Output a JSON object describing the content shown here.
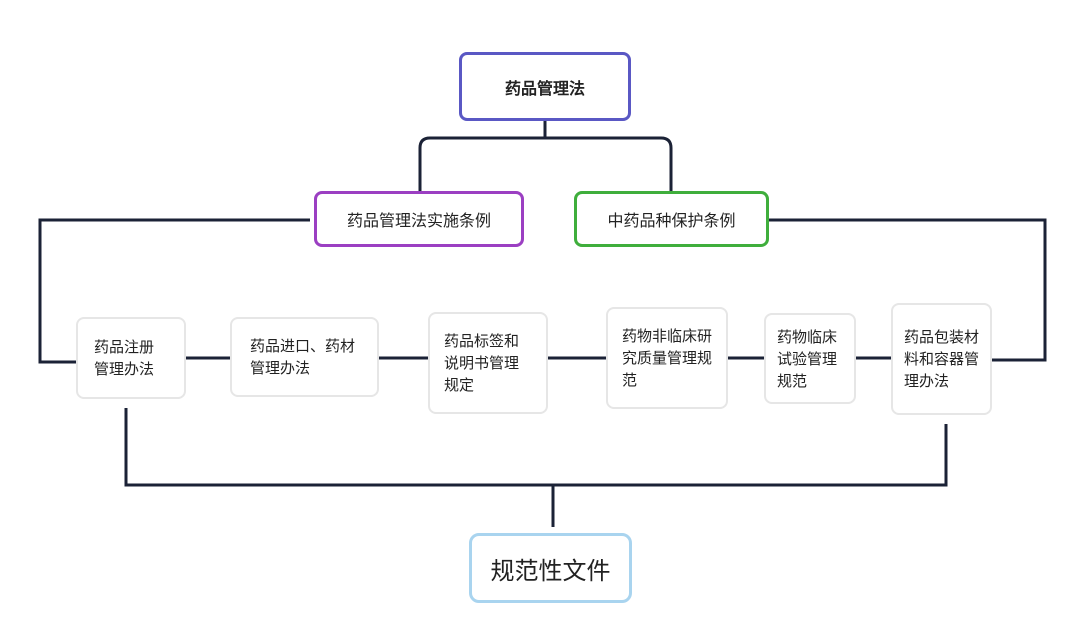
{
  "root": {
    "label": "药品管理法"
  },
  "regulations": [
    {
      "label": "药品管理法实施条例"
    },
    {
      "label": "中药品种保护条例"
    }
  ],
  "documents": [
    {
      "label": "药品注册管理办法"
    },
    {
      "label": "药品进口、药材管理办法"
    },
    {
      "label": "药品标签和说明书管理规定"
    },
    {
      "label": "药物非临床研究质量管理规范"
    },
    {
      "label": "药物临床试验管理规范"
    },
    {
      "label": "药品包装材料和容器管理办法"
    }
  ],
  "category": {
    "label": "规范性文件"
  },
  "colors": {
    "root_border": "#5a58c4",
    "regulation_left_border": "#9b3fc2",
    "regulation_right_border": "#3fae3c",
    "document_border": "#e6e6e6",
    "category_border": "#a9d4ef",
    "connector": "#1b2236"
  }
}
